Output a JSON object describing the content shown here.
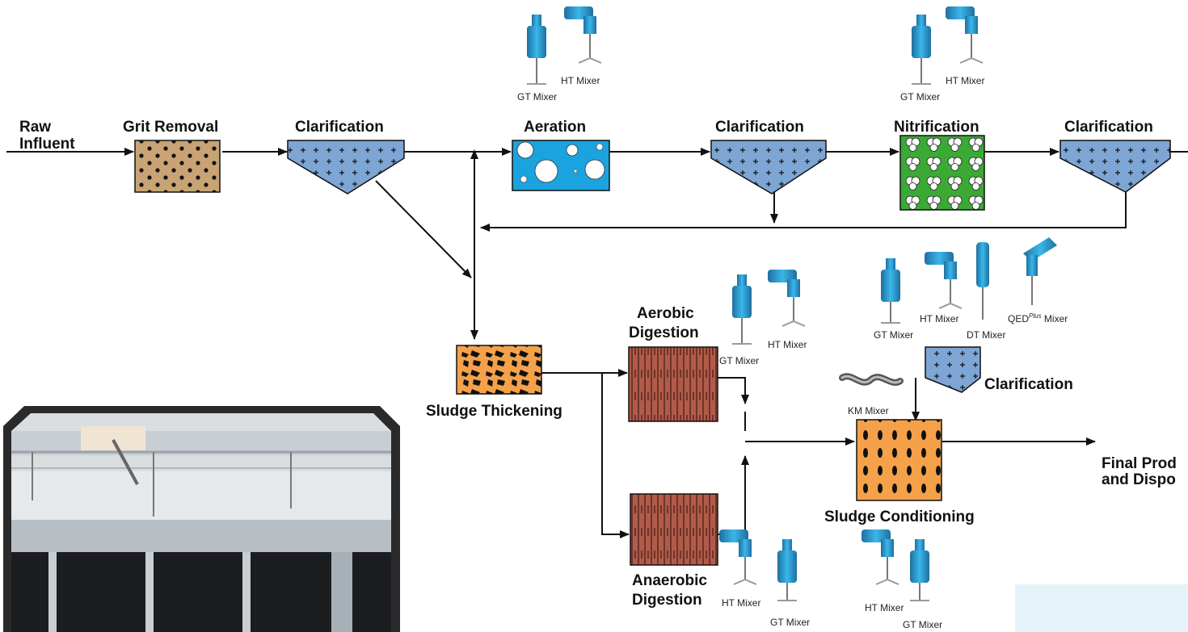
{
  "stages": {
    "raw_influent": [
      "Raw",
      "Influent"
    ],
    "grit_removal": "Grit Removal",
    "clarification": "Clarification",
    "aeration": "Aeration",
    "nitrification": "Nitrification",
    "sludge_thickening": "Sludge Thickening",
    "aerobic_digestion": [
      "Aerobic",
      "Digestion"
    ],
    "anaerobic_digestion": [
      "Anaerobic",
      "Digestion"
    ],
    "sludge_conditioning": "Sludge Conditioning",
    "final_product": [
      "Final Prod",
      "and Dispo"
    ]
  },
  "mixers": {
    "gt": "GT Mixer",
    "ht": "HT Mixer",
    "dt": "DT Mixer",
    "km": "KM Mixer",
    "qed_prefix": "QED",
    "qed_super": "Plus",
    "qed_suffix": " Mixer"
  },
  "colors": {
    "clarifier": "#7ea6d4",
    "grit": "#c8a373",
    "aeration": "#1ba3df",
    "nitrification": "#3aaa35",
    "sludge": "#f5a14a",
    "digester": "#b25b4a",
    "mixer_body": "#2fa4d8",
    "mixer_dark": "#1f6fa0",
    "panel": "#e6f3fb"
  },
  "icons": {
    "mixer": "mixer-icon",
    "photo": "tank-photo-image"
  }
}
